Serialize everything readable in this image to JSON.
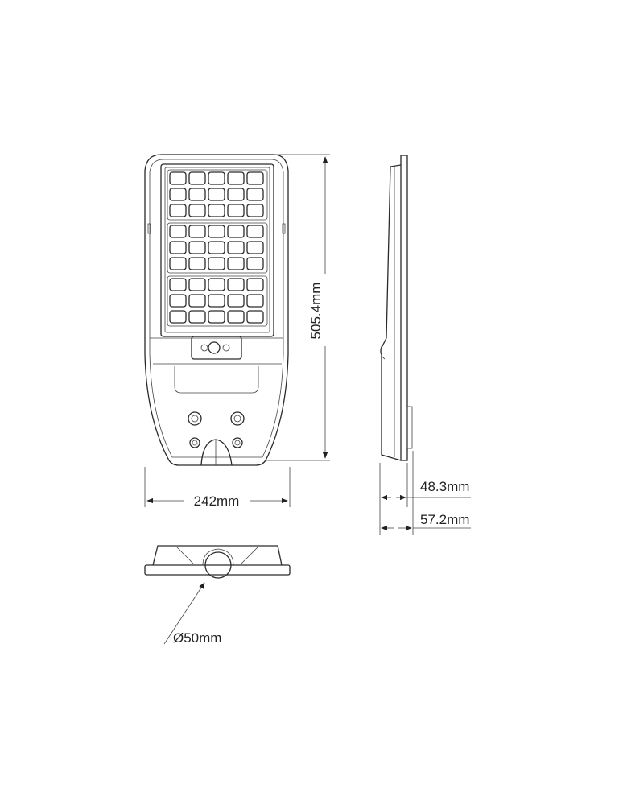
{
  "dimensions": {
    "height": "505.4mm",
    "width": "242mm",
    "depth_body": "48.3mm",
    "depth_total": "57.2mm",
    "pole_diameter": "Ø50mm"
  },
  "solar_panel": {
    "groups": 3,
    "rows_per_group": 3,
    "columns": 5
  },
  "line_color": "#2a2a2a"
}
